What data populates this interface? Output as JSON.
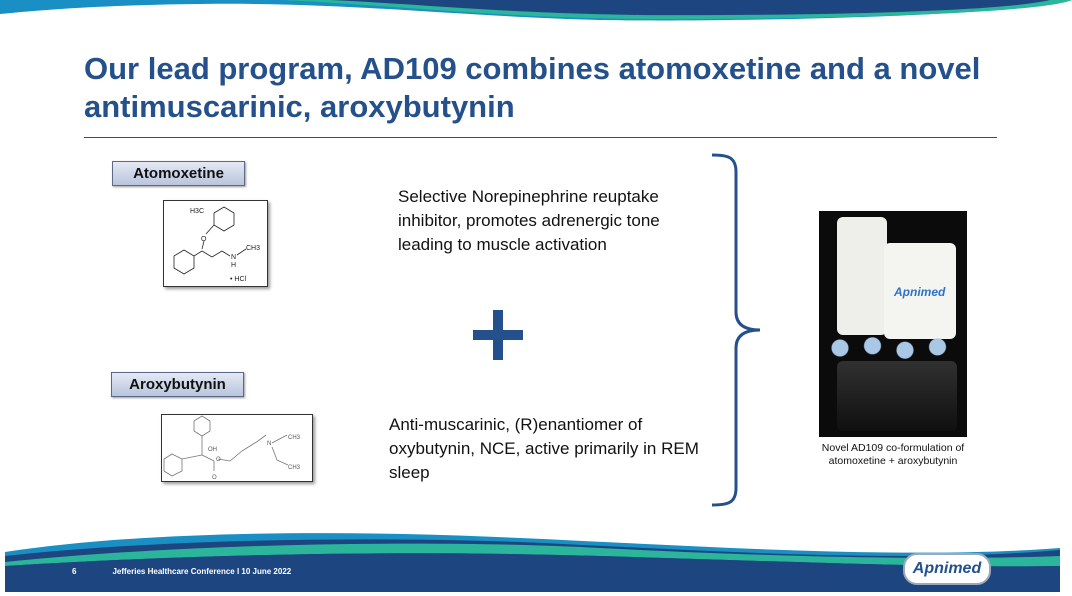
{
  "title": "Our lead program, AD109 combines atomoxetine and a novel antimuscarinic, aroxybutynin",
  "drug1": {
    "label": "Atomoxetine",
    "desc": "Selective Norepinephrine reuptake inhibitor, promotes adrenergic tone leading to muscle activation",
    "struct_labels": [
      "H3C",
      "O",
      "N",
      "CH3",
      "H",
      "• HCl"
    ]
  },
  "drug2": {
    "label": "Aroxybutynin",
    "desc": "Anti-muscarinic, (R)enantiomer of oxybutynin, NCE, active primarily in REM sleep",
    "struct_labels": [
      "OH",
      "O",
      "O",
      "N",
      "CH3",
      "CH3"
    ]
  },
  "plus": "+",
  "photo": {
    "label": "Apnimed",
    "caption": "Novel AD109 co-formulation of atomoxetine + aroxybutynin"
  },
  "footer": {
    "page": "6",
    "event": "Jefferies Healthcare Conference I 10 June 2022",
    "logo": "Apnimed"
  },
  "colors": {
    "navy": "#1d4580",
    "teal": "#2bb59a",
    "blue": "#1a8fc4"
  }
}
